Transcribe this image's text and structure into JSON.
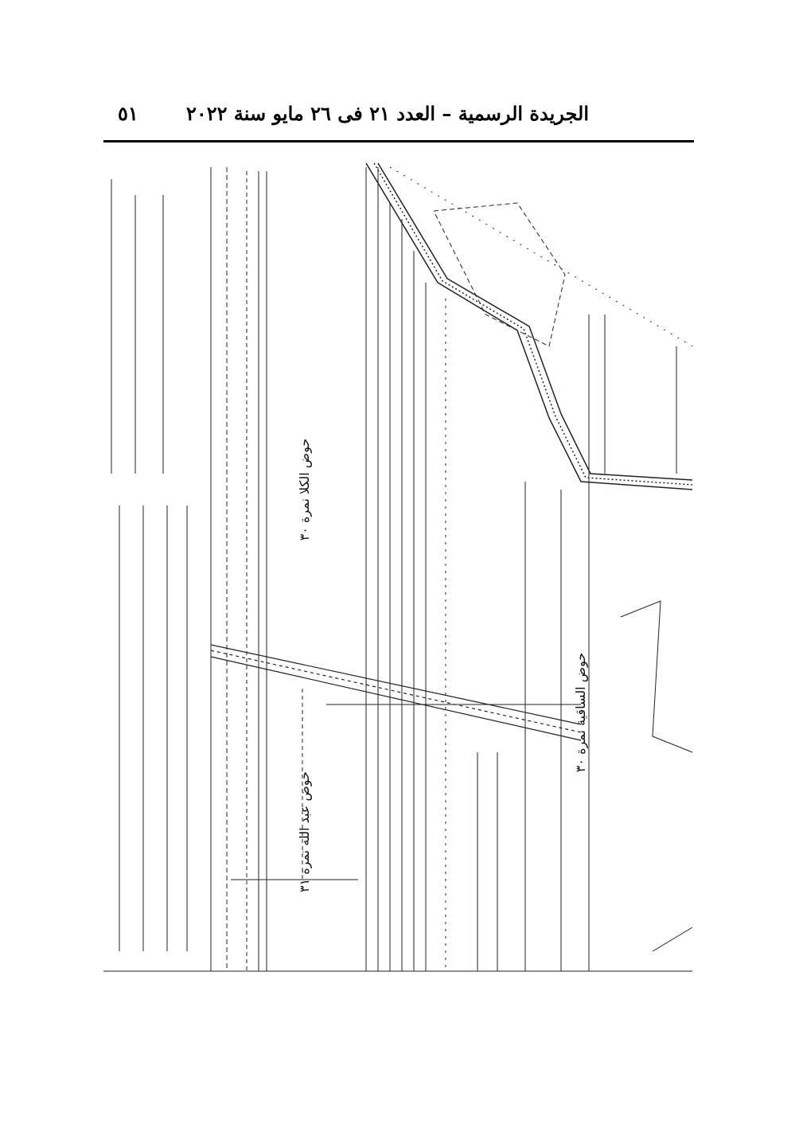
{
  "header": {
    "title": "الجريدة الرسمية – العدد ٢١ فى ٢٦ مايو سنة ٢٠٢٢",
    "page_number": "٥١"
  },
  "map": {
    "basin_labels": [
      "حوض الكلا نمرة ٣٠",
      "حوض عبد الله نمرة ٣١",
      "حوض الساقية نمرة ٣٠"
    ]
  }
}
